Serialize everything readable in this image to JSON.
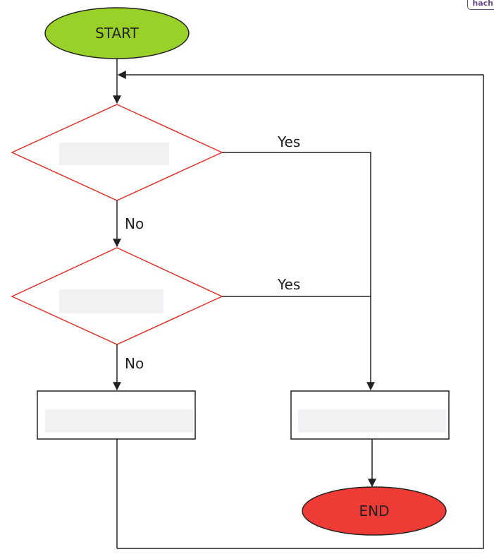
{
  "watermark": "hach",
  "nodes": {
    "start": {
      "label": "START",
      "color": "#9ad128"
    },
    "end": {
      "label": "END",
      "color": "#ee3b36"
    },
    "decision1": {
      "label": "",
      "color": "#e0332a"
    },
    "decision2": {
      "label": "",
      "color": "#e0332a"
    },
    "process_left": {
      "label": ""
    },
    "process_right": {
      "label": ""
    }
  },
  "edges": {
    "decision1_yes": "Yes",
    "decision1_no": "No",
    "decision2_yes": "Yes",
    "decision2_no": "No"
  }
}
